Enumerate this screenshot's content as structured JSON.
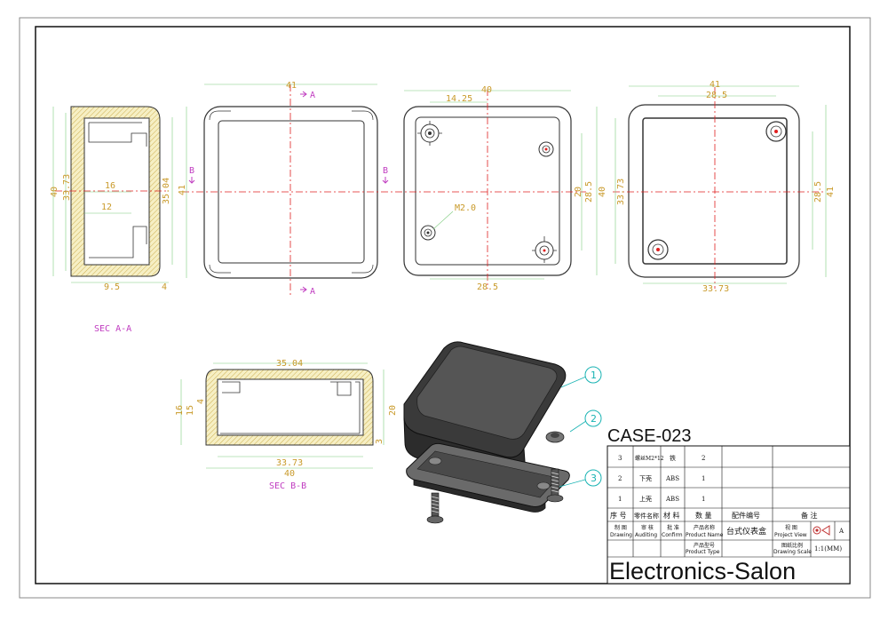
{
  "drawing": {
    "model_label": "CASE-023",
    "brand": "Electronics-Salon",
    "section_labels": {
      "sec_aa": "SEC A-A",
      "sec_bb": "SEC B-B"
    },
    "cut_markers": {
      "a": "A",
      "b": "B"
    },
    "balloons": [
      "1",
      "2",
      "3"
    ],
    "hole_note": "M2.0",
    "dimensions": {
      "sec_aa": {
        "height_outer": "40",
        "height_inner": "33.73",
        "inner_16": "16",
        "inner_12": "12",
        "right_35": "35.04",
        "bottom_9_5": "9.5",
        "bottom_4": "4"
      },
      "front": {
        "width": "41",
        "height": "41"
      },
      "back": {
        "width": "40",
        "offset": "14.25",
        "bottom": "28.5",
        "right_20": "20",
        "right_28_5": "28.5",
        "right_40": "40"
      },
      "top": {
        "width_41": "41",
        "width_28_5": "28.5",
        "left_33_73": "33.73",
        "right_28_5": "28.5",
        "right_41": "41",
        "bottom_33_73": "33.73"
      },
      "sec_bb": {
        "top": "35.04",
        "bottom_33_73": "33.73",
        "bottom_40": "40",
        "left_16": "16",
        "left_15": "15",
        "left_4": "4",
        "right_20": "20",
        "right_3": "3"
      }
    }
  },
  "title_block": {
    "rows": [
      {
        "no": "3",
        "name": "螺丝M2*12",
        "material": "铁",
        "qty": "2"
      },
      {
        "no": "2",
        "name": "下壳",
        "material": "ABS",
        "qty": "1"
      },
      {
        "no": "1",
        "name": "上壳",
        "material": "ABS",
        "qty": "1"
      }
    ],
    "header": {
      "no": "序 号",
      "name": "零件名称",
      "material": "材 料",
      "qty": "数 量",
      "part_no": "配件编号",
      "remark": "备 注"
    },
    "meta": {
      "drawing_cn": "制 图",
      "drawing_en": "Drawing",
      "auditing_cn": "审 核",
      "auditing_en": "Auditing",
      "confirm_cn": "批 准",
      "confirm_en": "Confirm",
      "product_name_cn": "产品名称",
      "product_name_en": "Product Name",
      "product_name_value": "台式仪表盒",
      "project_view_cn": "视 图",
      "project_view_en": "Project View",
      "projection": "A",
      "product_type_cn": "产品型号",
      "product_type_en": "Product Type",
      "scale_cn": "图纸比例",
      "scale_en": "Drawing Scale",
      "scale_value": "1:1(MM)"
    }
  },
  "colors": {
    "line": "#333333",
    "dim": "#c99a2a",
    "center": "#e02020",
    "hatch_fill": "#f6efc4",
    "hatch": "#c4a032",
    "label": "#c03cc0",
    "balloon": "#19b3b3",
    "extension": "#7ecb7e"
  }
}
